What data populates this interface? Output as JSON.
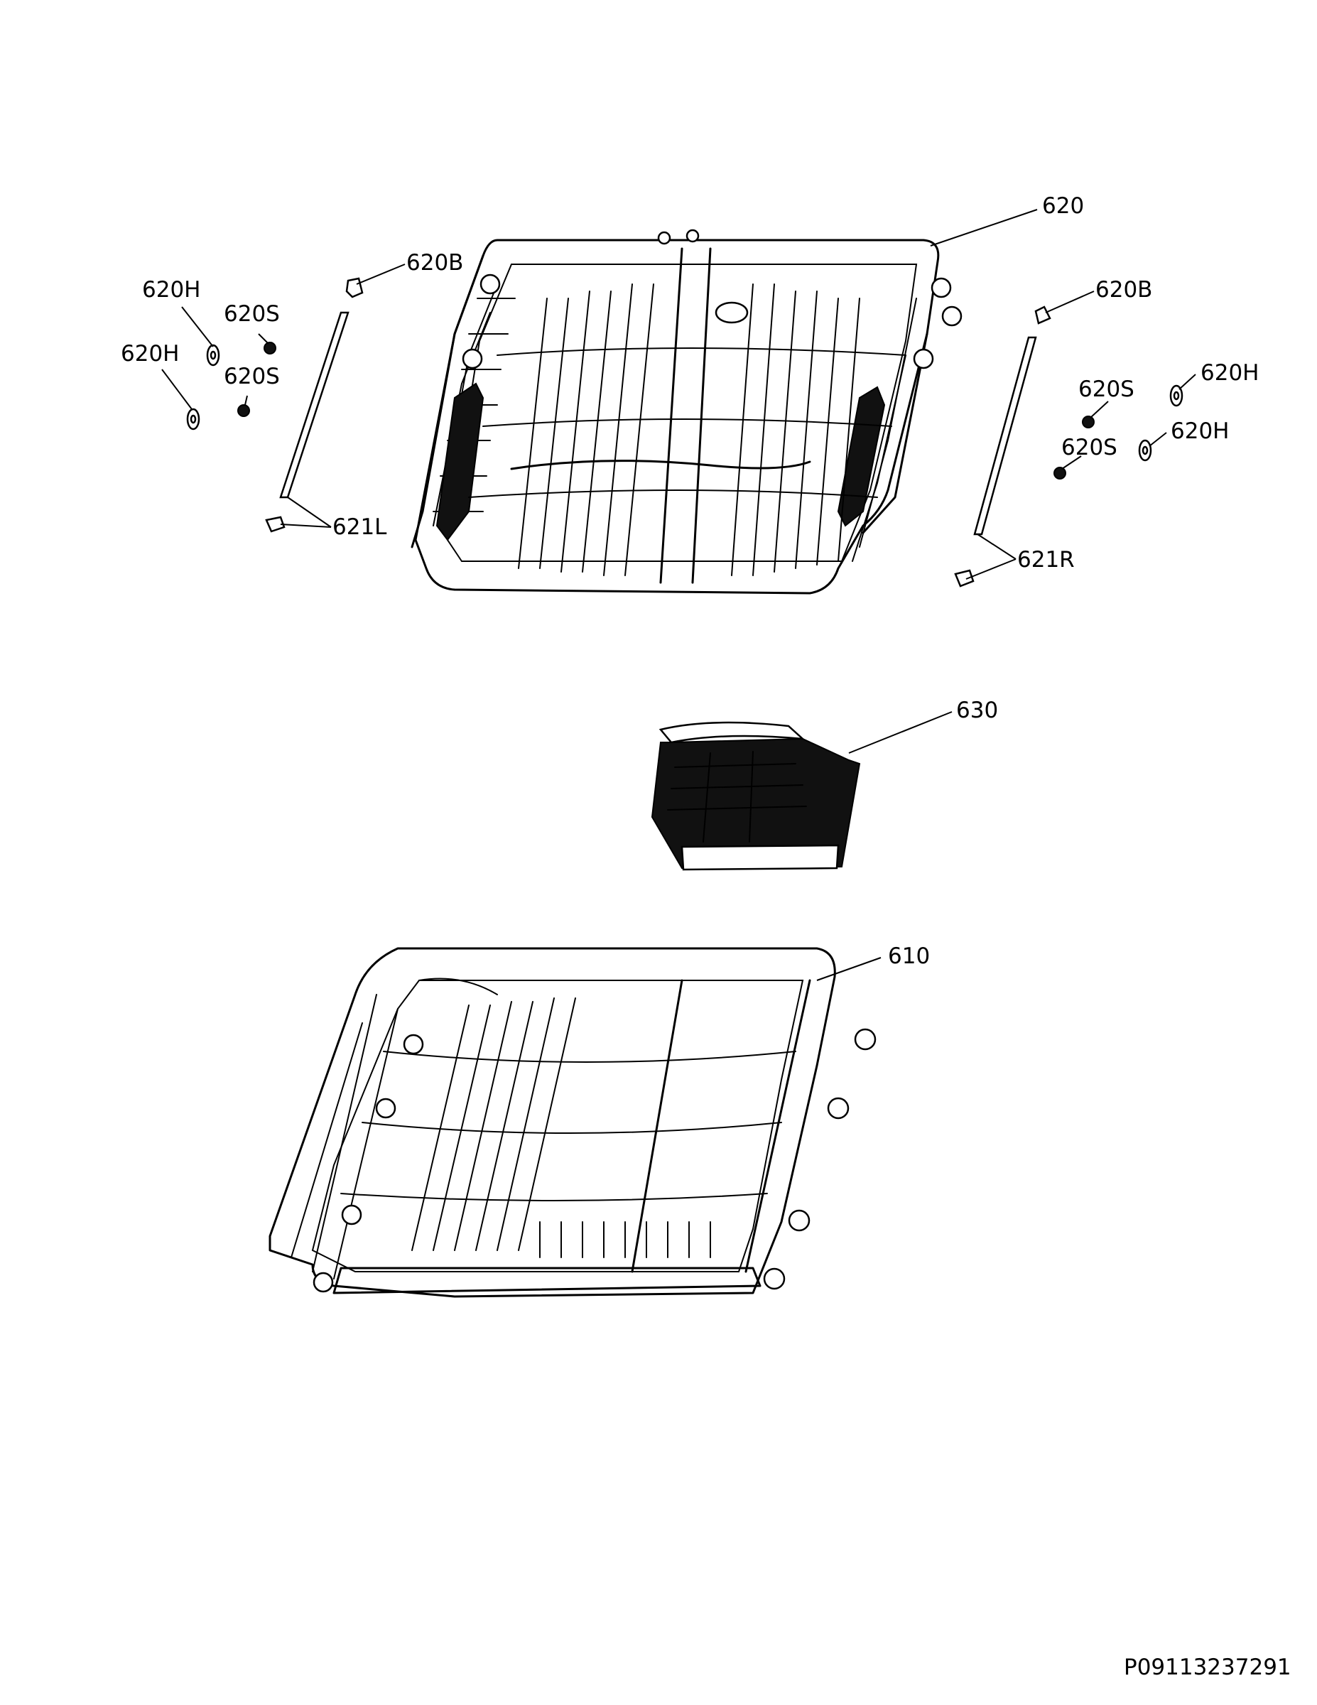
{
  "drawing_id": "P09113237291",
  "callouts": {
    "c620": "620",
    "c620B_left": "620B",
    "c620B_right": "620B",
    "c620H_left_top": "620H",
    "c620H_left_bottom": "620H",
    "c620S_left_top": "620S",
    "c620S_left_bottom": "620S",
    "c620S_right_top": "620S",
    "c620S_right_bottom": "620S",
    "c620H_right_top": "620H",
    "c620H_right_bottom": "620H",
    "c621L": "621L",
    "c621R": "621R",
    "c630": "630",
    "c610": "610"
  }
}
